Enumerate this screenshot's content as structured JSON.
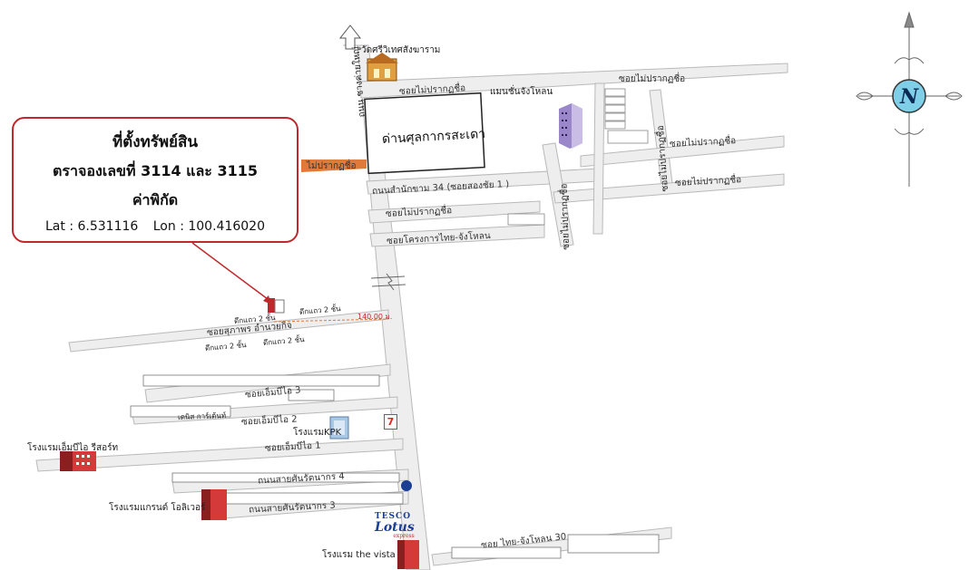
{
  "infobox": {
    "title": "ที่ตั้งทรัพย์สิน",
    "line2": "ตราจองเลขที่ 3114 และ 3115",
    "line3": "ค่าพิกัด",
    "lat": "Lat : 6.531116",
    "lon": "Lon : 100.416020"
  },
  "compass": {
    "letter": "N"
  },
  "places": {
    "temple": "วัดศรีวิเทศสังฆาราม",
    "customs": "ด่านศุลกากรสะเดา",
    "mansion": "แมนชั่นจังโหลน",
    "hotel_kpk": "โรงแรมKPK",
    "hotel_mb": "โรงแรมเอ็มบีไอ รีสอร์ท",
    "hotel_grand": "โรงแรมแกรนด์ โอลิเวอร์",
    "hotel_vista": "โรงแรม the vista",
    "dentist": "เดนิส การ์เด้นท์",
    "tesco_1": "TESCO",
    "tesco_2": "Lotus",
    "tesco_3": "express",
    "seven": "7"
  },
  "roads": {
    "main_vertical": "ถนน ชางค่ายใหญ่",
    "unnamed_1": "ซอยไม่ปรากฏชื่อ",
    "unnamed_left": "ไม่ปรากฏชื่อ",
    "nr34": "ถนนสำนักขาม 34 (ซอยสองชัย 1 )",
    "unnamed_2": "ซอยไม่ปรากฏชื่อ",
    "thai_jl": "ซอยโครงการไทย-จังโหลน",
    "unnamed_v": "ซอยไม่ปรากฏชื่อ",
    "unnamed_r1": "ซอยไม่ปรากฏชื่อ",
    "unnamed_r2": "ซอยไม่ปรากฏชื่อ",
    "unnamed_top": "ซอยไม่ปรากฏชื่อ",
    "unnamed_rv": "ซอยไม่ปรากฏชื่อ",
    "soi_property": "ซอยสุภาพร อำนวยกิจ",
    "distance": "140.00 ม.",
    "mbi3": "ซอยเอ็มบีไอ 3",
    "mbi2": "ซอยเอ็มบีไอ 2",
    "mbi1": "ซอยเอ็มบีไอ 1",
    "sai4": "ถนนสายศันรัตนากร 4",
    "sai3": "ถนนสายศันรัตนากร 3",
    "thai30": "ซอย  ไทย-จังโหลน 30"
  },
  "buildings": {
    "house2": "ตึกแถว 2 ชั้น"
  },
  "colors": {
    "marker_red": "#c0282d",
    "road_fill": "#eeeeee",
    "road_edge": "#b9b9b9",
    "orange_road": "#e07a3a",
    "compass_blue": "#7fcfe8"
  }
}
